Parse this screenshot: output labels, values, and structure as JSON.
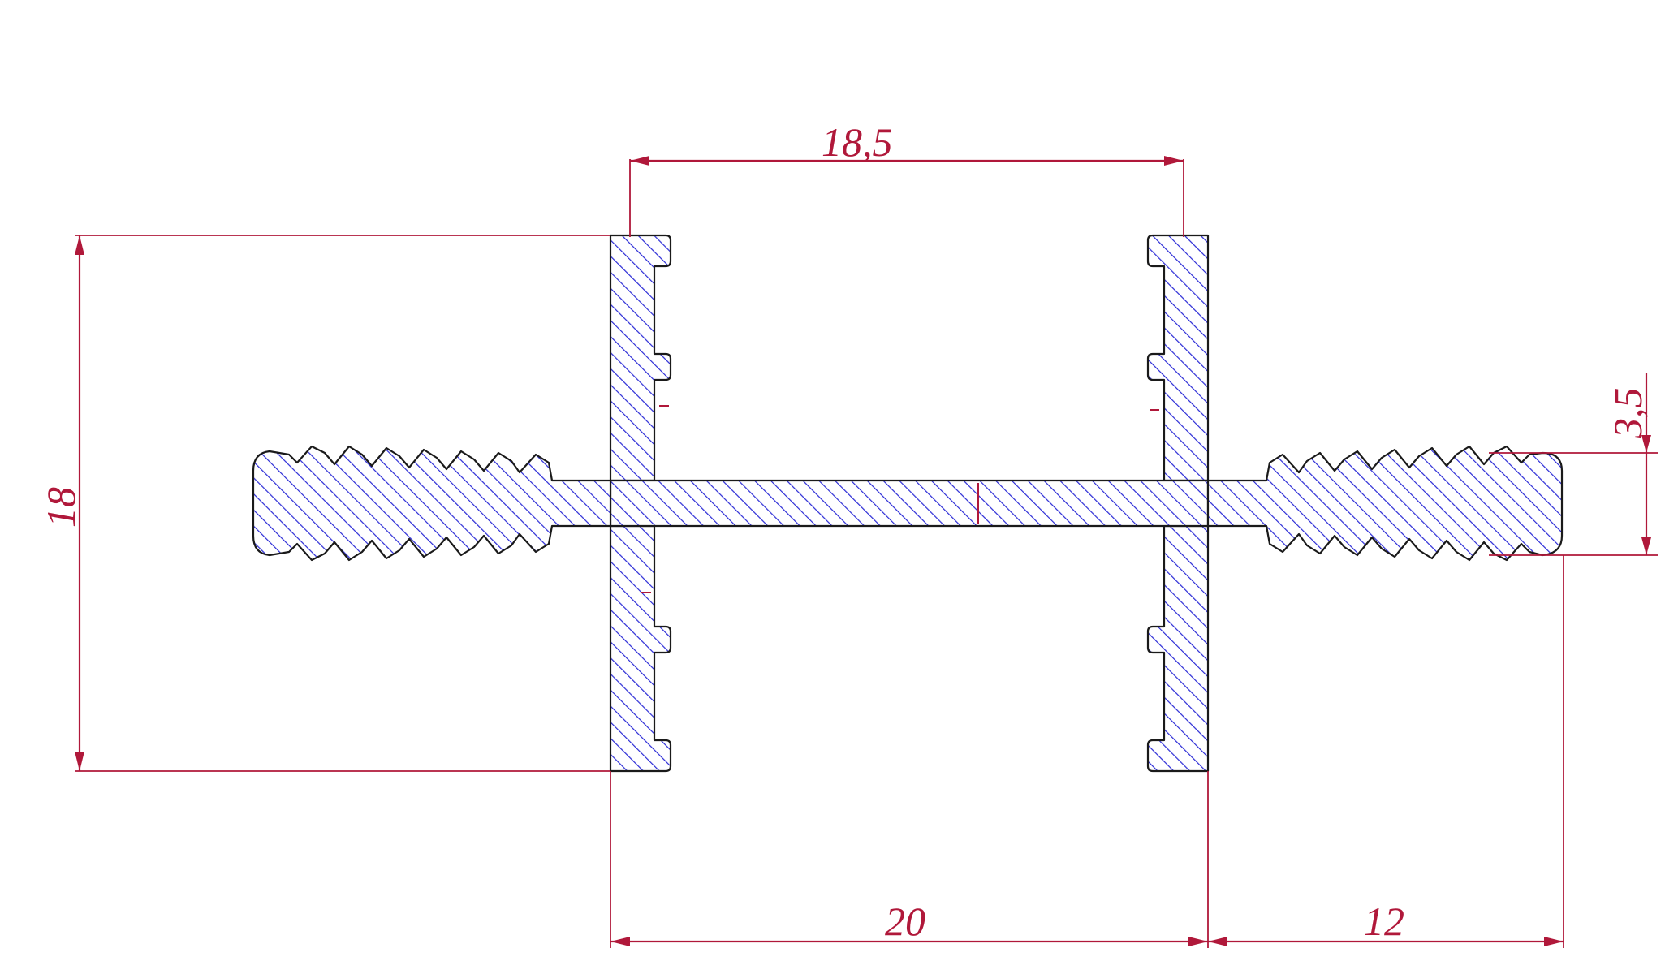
{
  "diagram": {
    "type": "technical-drawing",
    "subject": "",
    "colors": {
      "dimension": "#b0183a",
      "outline": "#1a1a1a",
      "hatch": "#2b2bd6",
      "background": "#ffffff"
    },
    "dimensions": {
      "top_width": "18,5",
      "overall_height": "18",
      "fin_thickness": "3,5",
      "body_width": "20",
      "fin_length": "12"
    }
  }
}
